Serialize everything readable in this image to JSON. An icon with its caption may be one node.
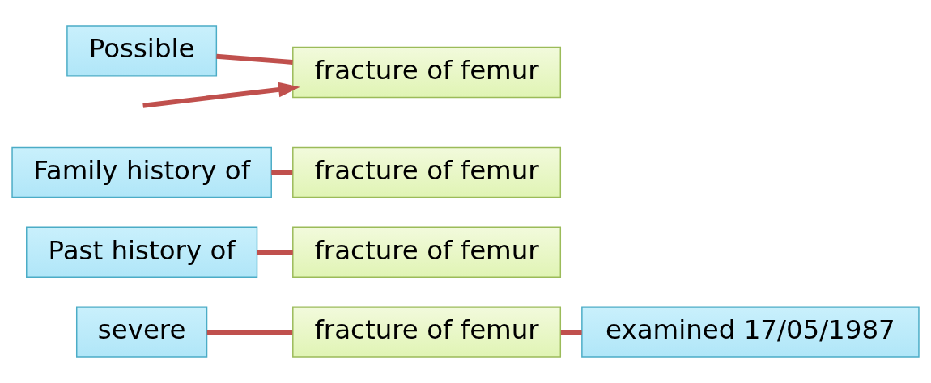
{
  "diagram": {
    "nodes": [
      {
        "text": [
          "severe"
        ]
      },
      {
        "text": [
          "fracture of femur"
        ]
      },
      {
        "text": [
          "examined 17/05/1987"
        ]
      },
      {
        "text": [
          "Past history of"
        ]
      },
      {
        "text": [
          "fracture of femur"
        ]
      },
      {
        "text": [
          "Family history of"
        ]
      },
      {
        "text": [
          "fracture of femur"
        ]
      },
      {
        "text": [
          "Possible"
        ]
      },
      {
        "text": [
          "fracture of femur"
        ]
      }
    ],
    "edges": [
      {
        "from": 0,
        "to": 1,
        "arrow": "none"
      },
      {
        "from": 1,
        "to": 2,
        "arrow": "none"
      },
      {
        "from": 3,
        "to": 4,
        "arrow": "none"
      },
      {
        "from": 5,
        "to": 6,
        "arrow": "none"
      },
      {
        "from": 7,
        "to": 8,
        "arrow": "none"
      },
      {
        "from": null,
        "to": 8,
        "arrow": "to"
      }
    ]
  }
}
